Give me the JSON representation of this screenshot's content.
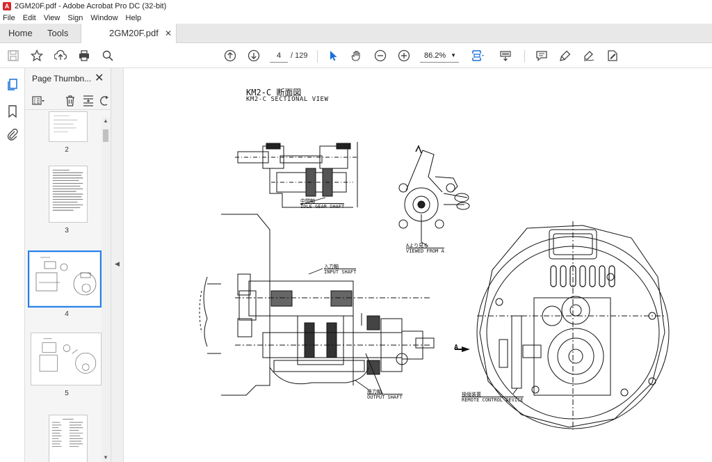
{
  "window": {
    "title": "2GM20F.pdf - Adobe Acrobat Pro DC (32-bit)"
  },
  "menu": [
    "File",
    "Edit",
    "View",
    "Sign",
    "Window",
    "Help"
  ],
  "tabs": {
    "home": "Home",
    "tools": "Tools",
    "document": "2GM20F.pdf",
    "close": "✕"
  },
  "toolbar": {
    "current_page": "4",
    "total_pages": "/ 129",
    "zoom": "86.2%",
    "icons": [
      "save-icon",
      "bookmark-star-icon",
      "upload-icon",
      "print-icon",
      "search-icon",
      "page-up-icon",
      "page-down-icon",
      "select-cursor-icon",
      "hand-icon",
      "zoom-out-icon",
      "zoom-in-icon",
      "fit-page-icon",
      "keyboard-icon",
      "comment-icon",
      "highlight-icon",
      "sign-icon",
      "fill-sign-icon"
    ]
  },
  "thumbnails_panel": {
    "title": "Page Thumbn...",
    "close": "✕",
    "pages": [
      "2",
      "3",
      "4",
      "5"
    ],
    "selected_page": "4"
  },
  "document": {
    "heading_jp": "KM2-C 断面図",
    "heading_en": "KM2-C SECTIONAL VIEW",
    "labels": {
      "idle_gear_jp": "中間軸",
      "idle_gear_en": "IDLE GEAR SHAFT",
      "viewed_jp": "Aより見る",
      "viewed_en": "VIEWED FROM A",
      "input_jp": "入力軸",
      "input_en": "INPUT SHAFT",
      "output_jp": "推力軸",
      "output_en": "OUTPUT SHAFT",
      "remote_jp": "操縦装置",
      "remote_en": "REMOTE CONTROL DEVICE",
      "a_marker": "A"
    }
  }
}
